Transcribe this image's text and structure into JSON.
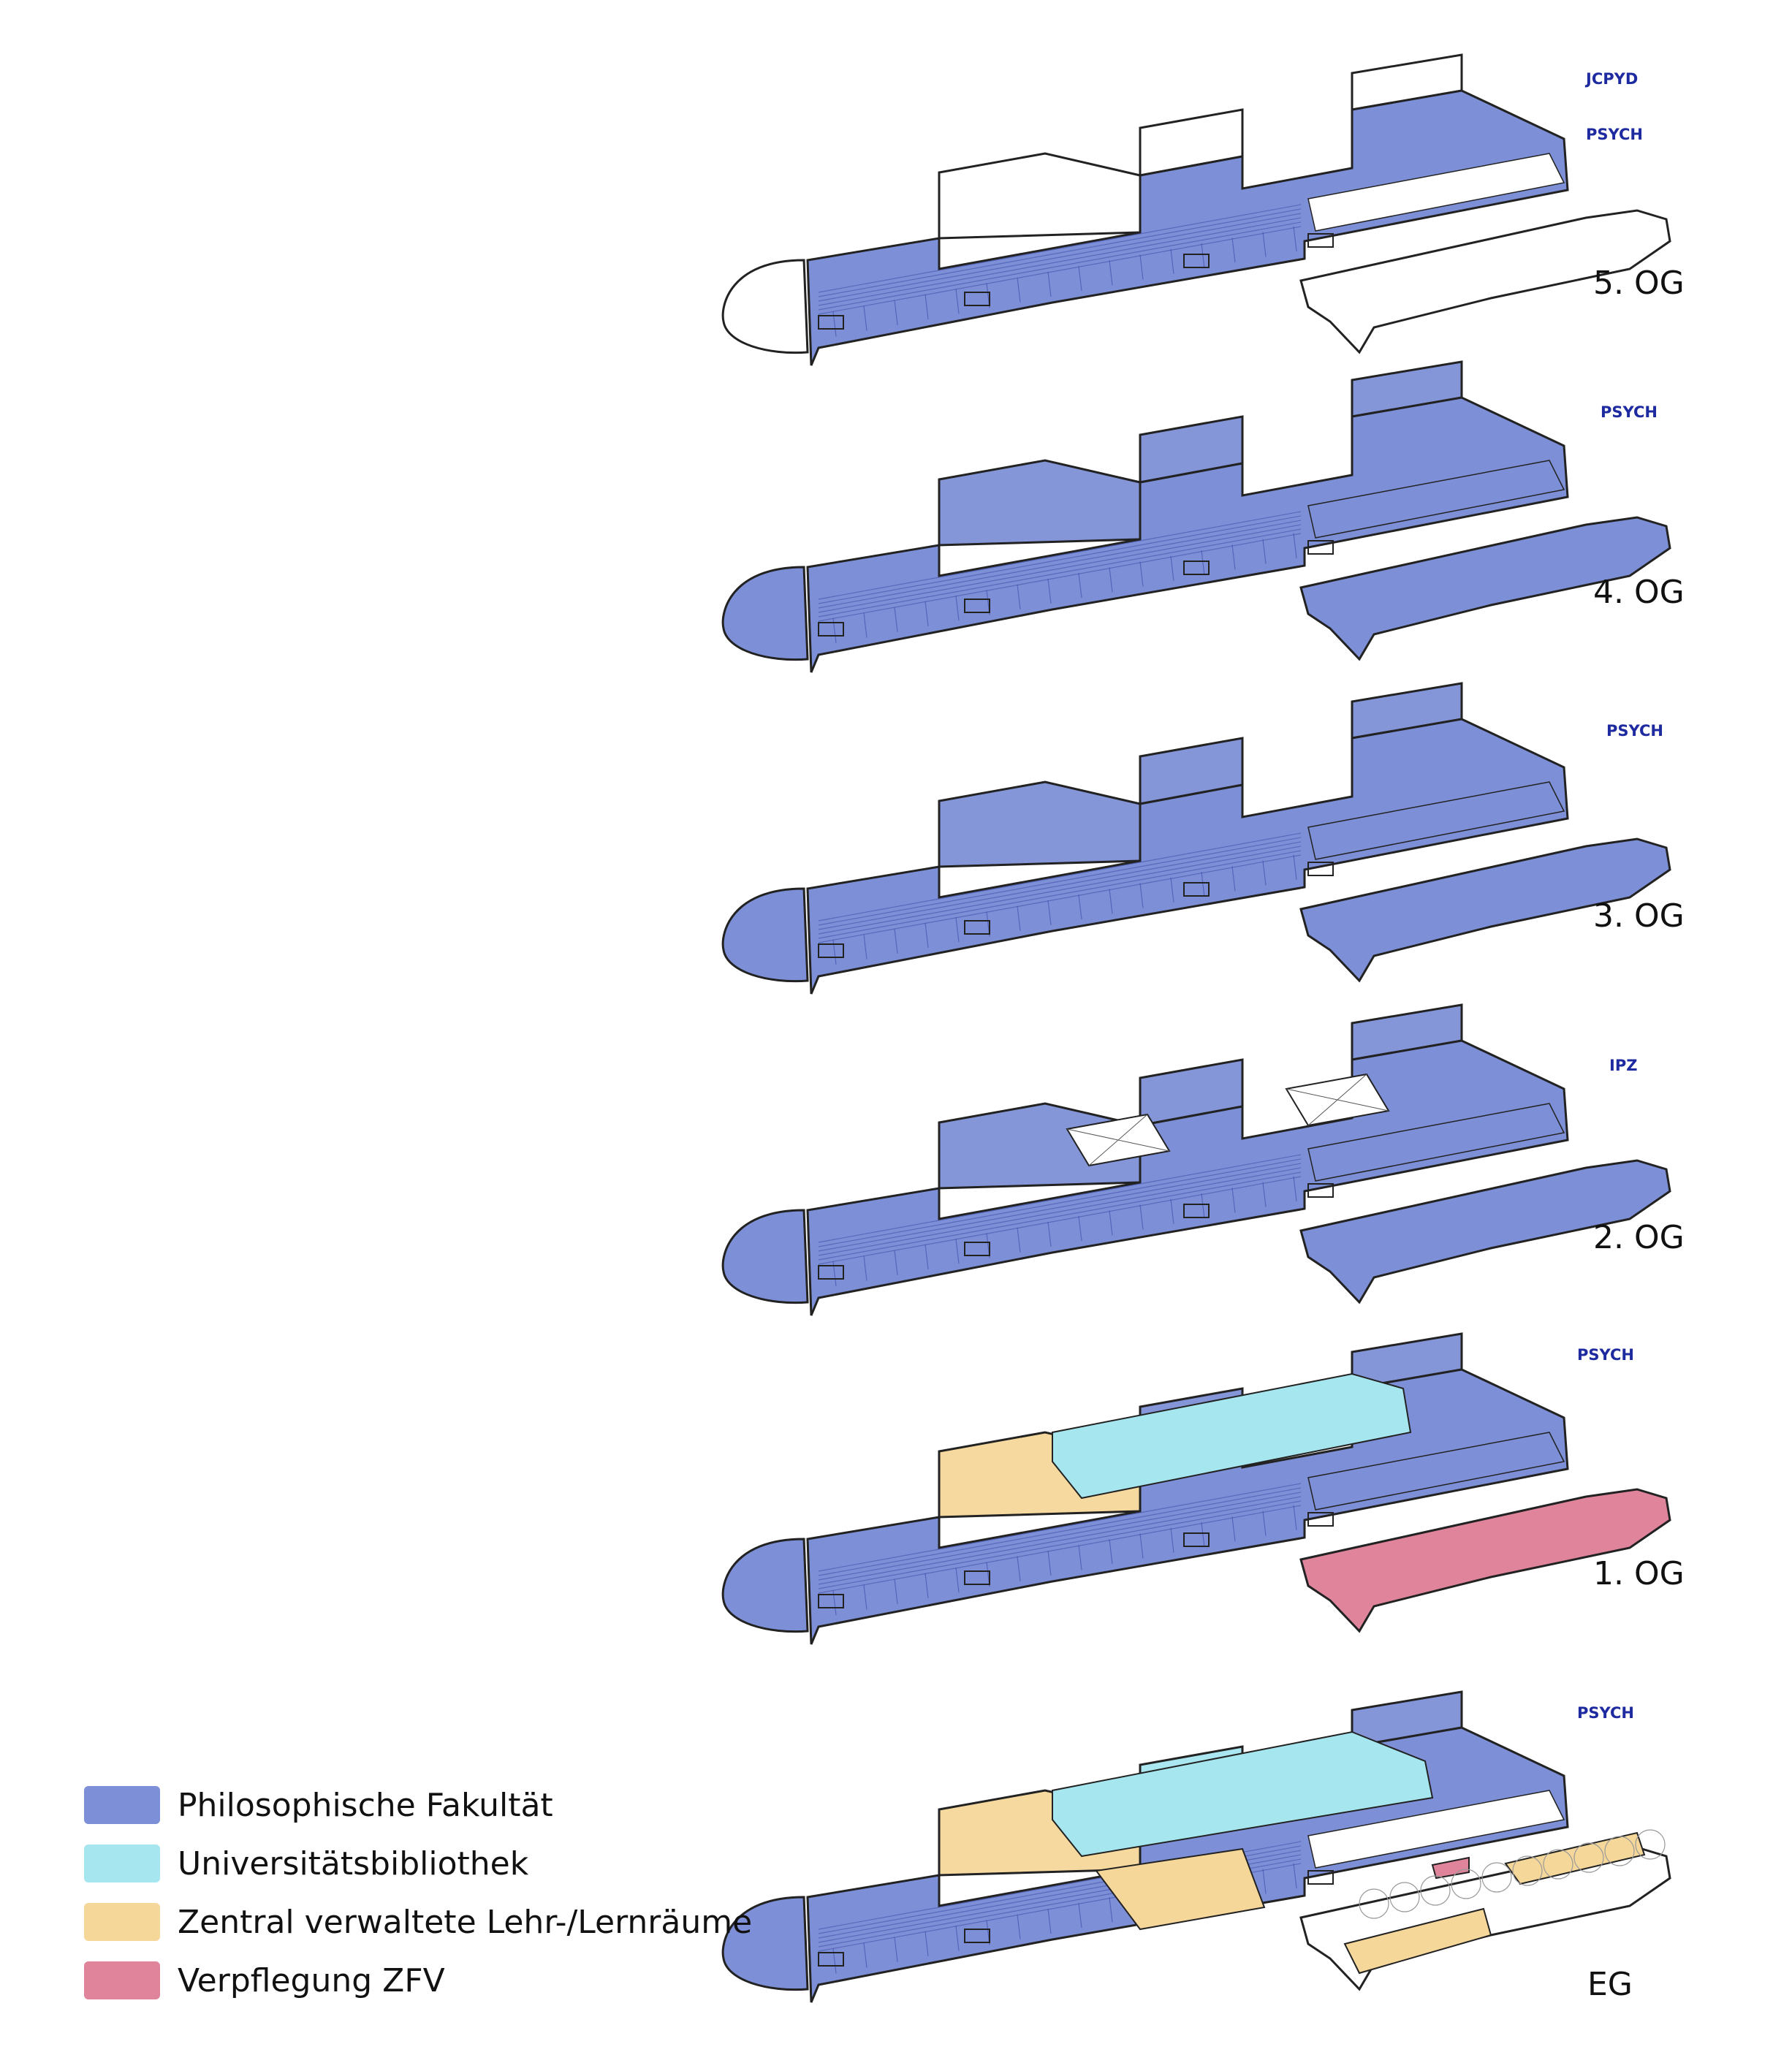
{
  "colors": {
    "philosophische": "#7d8fd6",
    "philosophische_stroke": "#3b4aa8",
    "bibliothek": "#a6e6ef",
    "lehr": "#f6d79a",
    "verpflegung": "#e0849c",
    "outline": "#222222",
    "tag": "#1e2aa0"
  },
  "floors": [
    {
      "level": "5. OG",
      "tag": "JCPYD",
      "tag2": "PSYCH"
    },
    {
      "level": "4. OG",
      "tag": "PSYCH"
    },
    {
      "level": "3. OG",
      "tag": "PSYCH"
    },
    {
      "level": "2. OG",
      "tag": "IPZ"
    },
    {
      "level": "1. OG",
      "tag": "PSYCH"
    },
    {
      "level": "EG",
      "tag": "PSYCH"
    }
  ],
  "legend": [
    {
      "label": "Philosophische Fakultät",
      "color": "#7d8fd6"
    },
    {
      "label": "Universitätsbibliothek",
      "color": "#a6e6ef"
    },
    {
      "label": "Zentral verwaltete Lehr-/Lernräume",
      "color": "#f6d79a"
    },
    {
      "label": "Verpflegung ZFV",
      "color": "#e0849c"
    }
  ]
}
